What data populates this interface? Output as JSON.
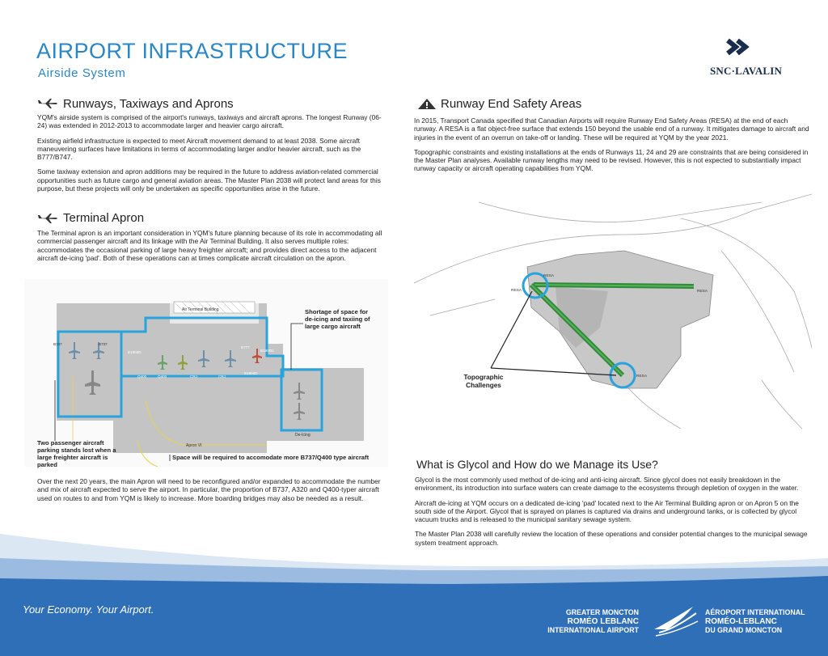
{
  "header": {
    "title": "AIRPORT INFRASTRUCTURE",
    "subtitle": "Airside System",
    "logo_text": "SNC·LAVALIN",
    "colors": {
      "accent": "#2a86c4",
      "logo": "#1a2d4d",
      "band": "#2f6fb8"
    }
  },
  "runways": {
    "heading": "Runways, Taxiways and Aprons",
    "icon": "airplane-icon",
    "paragraphs": [
      "YQM's airside system is comprised of the airport's runways, taxiways and aircraft aprons. The longest Runway (06-24) was extended in 2012-2013 to accommodate larger and heavier cargo aircraft.",
      "Existing airfield infrastructure is expected to meet Aircraft movement demand to at least 2038. Some aircraft maneuvering surfaces have limitations in terms of accommodating larger and/or heavier aircraft, such as the B777/B747.",
      "Some taxiway extension and apron additions may be required in the future to address aviation-related commercial opportunities such as future cargo and general aviation areas. The Master Plan 2038 will protect land areas for this purpose, but these projects will only be undertaken as specific opportunities arise in the future."
    ]
  },
  "terminal": {
    "heading": "Terminal Apron",
    "icon": "airplane-icon",
    "paragraphs": [
      "The Terminal apron is an important consideration in YQM's future planning because of its role in accommodating all commercial passenger aircraft and its linkage with the Air Terminal Building. It also serves multiple roles: accommodates the occasional parking of large heavy freighter aircraft; and provides direct access to the adjacent aircraft de-icing 'pad'.  Both of these operations can at times complicate aircraft circulation on the apron."
    ],
    "diagram": {
      "building_label": "Air Terminal Building",
      "apron_label": "Apron VI",
      "deicing_label": "De-Icing",
      "stand_labels": [
        "B737",
        "B737",
        "B1900D",
        "B1900D",
        "B777",
        "Q400",
        "Q400",
        "CRJ",
        "CRJ",
        "B1900D"
      ],
      "callouts": {
        "shortage": "Shortage of space for de-icing and taxiing of large cargo aircraft",
        "stands_lost": "Two passenger aircraft parking stands lost when a large freighter aircraft is parked",
        "space_required": "Space will be required to accomodate more B737/Q400 type aircraft"
      }
    },
    "after": "Over the next 20 years, the main Apron will need to be reconfigured and/or expanded to accommodate the number and mix of aircraft expected to serve the airport.  In particular, the proportion of B737, A320 and Q400-typer aircraft used on routes to and from YQM is likely to increase.  More boarding bridges may also be needed as a result."
  },
  "resa": {
    "heading": "Runway End Safety Areas",
    "icon": "warning-icon",
    "paragraphs": [
      "In 2015, Transport Canada specified that Canadian Airports will require Runway End Safety Areas (RESA) at the end of each runway.  A RESA is a flat object-free surface that extends 150 beyond the usable end of a runway. It mitigates damage to aircraft and injuries in the event of an overrun on take-off or landing. These will be required at YQM by the year 2021.",
      "Topographic constraints and existing installations at the ends of Runways 11, 24 and 29 are constraints that are being considered in the Master Plan analyses.  Available runway lengths may need to be revised.  However, this is not expected to substantially impact runway capacity or aircraft operating capabilities from YQM."
    ],
    "map": {
      "callout": "Topographic Challenges",
      "labels": [
        "RESA",
        "RESA",
        "RESA",
        "RESA"
      ]
    }
  },
  "glycol": {
    "heading": "What is Glycol and How do we Manage its Use?",
    "paragraphs": [
      "Glycol is the most commonly used method of de-icing and anti-icing aircraft. Since glycol does not easily breakdown in the environment, its introduction into surface waters can create damage to the ecosystems through depletion of oxygen in the water.",
      "Aircraft de-icing at YQM occurs on a dedicated de-icing 'pad' located next to the Air Terminal Building apron or on Apron 5 on the south side of the Airport. Glycol that is sprayed on planes is captured via drains and underground tanks, or is collected by glycol vacuum trucks and is released to the municipal sanitary sewage system.",
      "The Master Plan 2038 will carefully review the location of these operations and consider potential changes to the municipal sewage system treatment approach."
    ]
  },
  "footer": {
    "tagline": "Your Economy. Your Airport.",
    "airport_en": [
      "GREATER MONCTON",
      "ROMÉO LEBLANC",
      "INTERNATIONAL AIRPORT"
    ],
    "airport_fr": [
      "AÉROPORT INTERNATIONAL",
      "ROMÉO-LEBLANC",
      "DU GRAND MONCTON"
    ]
  }
}
